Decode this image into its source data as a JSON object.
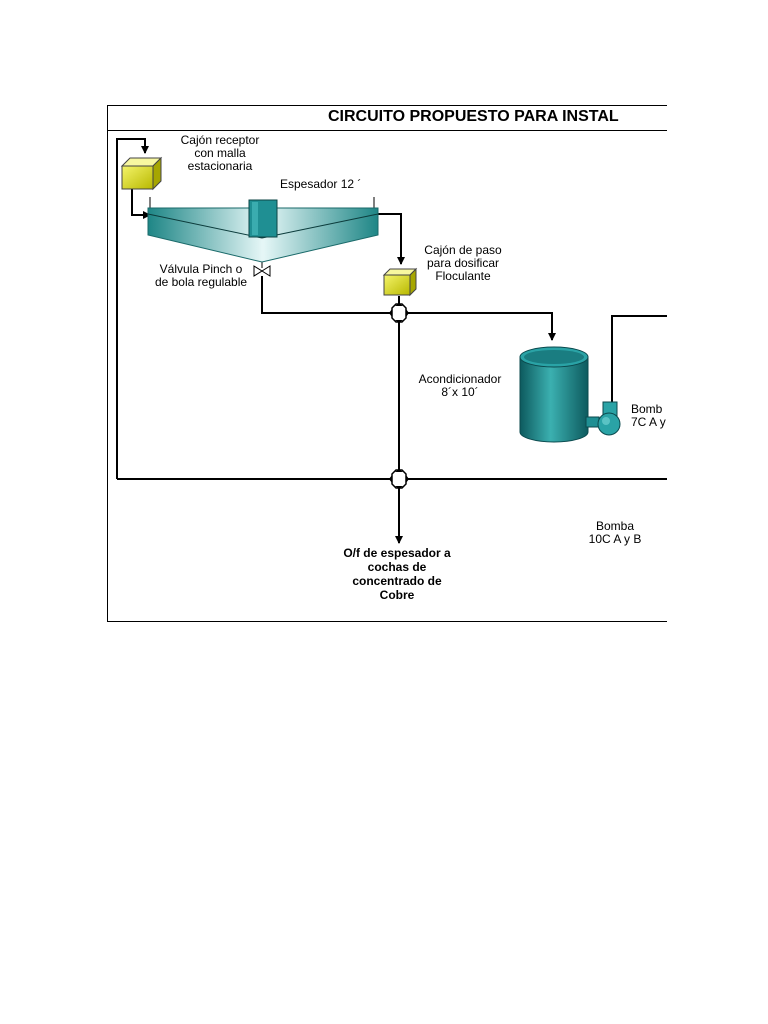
{
  "title": "CIRCUITO PROPUESTO  PARA  INSTAL",
  "labels": {
    "receiver_box": [
      "Cajón receptor",
      "con malla",
      "estacionaria"
    ],
    "thickener": "Espesador  12 ´",
    "pass_box": [
      "Cajón de paso",
      "para  dosificar",
      "Floculante"
    ],
    "valve": [
      "Válvula Pinch o",
      "de bola regulable"
    ],
    "conditioner": [
      "Acondicionador",
      "8´x 10´"
    ],
    "pump_7c": [
      "Bomb",
      "7C A y"
    ],
    "pump_10c": [
      "Bomba",
      "10C A y B"
    ],
    "overflow": [
      "O/f  de espesador  a",
      "cochas de",
      "concentrado de",
      "Cobre"
    ]
  },
  "colors": {
    "box_fill": "#e6e600",
    "teal": "#2a9a9a",
    "teal_dark": "#0f5f63",
    "line": "#000000"
  }
}
